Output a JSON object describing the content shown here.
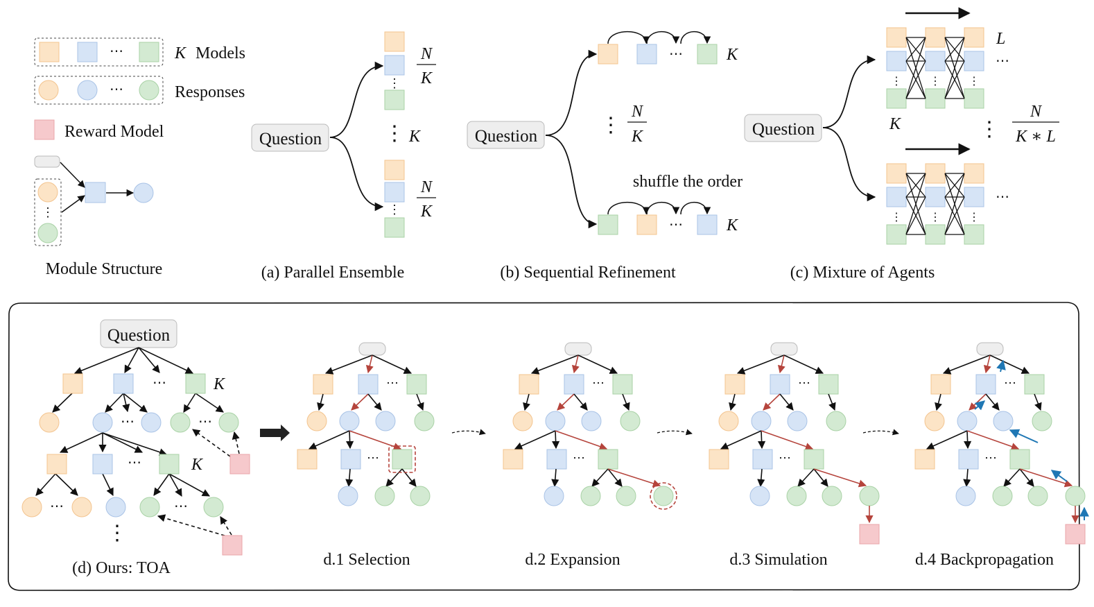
{
  "colors": {
    "orange_fill": "#fce4c6",
    "orange_stroke": "#f3c48f",
    "blue_fill": "#d6e4f6",
    "blue_stroke": "#a9c3e6",
    "green_fill": "#d3ead2",
    "green_stroke": "#a9d2a6",
    "pink_fill": "#f6c9cc",
    "pink_stroke": "#e9a5aa",
    "gray_fill": "#eeeeee",
    "gray_stroke": "#bbbbbb",
    "red_arrow": "#b5443c",
    "blue_arrow": "#1f77b4"
  },
  "legend": {
    "models_label": "Models",
    "models_symbol": "K",
    "responses_label": "Responses",
    "reward_label": "Reward Model",
    "module_caption": "Module Structure"
  },
  "panel_a": {
    "question": "Question",
    "caption": "(a) Parallel Ensemble",
    "frac_num": "N",
    "frac_den": "K",
    "k_label": "K"
  },
  "panel_b": {
    "question": "Question",
    "caption": "(b) Sequential Refinement",
    "k_label": "K",
    "frac_num": "N",
    "frac_den": "K",
    "shuffle_text": "shuffle the order"
  },
  "panel_c": {
    "question": "Question",
    "caption": "(c) Mixture of Agents",
    "l_label": "L",
    "k_label": "K",
    "frac_num": "N",
    "frac_den": "K ∗ L"
  },
  "panel_d": {
    "question": "Question",
    "caption": "(d) Ours: TOA",
    "k_label": "K",
    "steps": [
      "d.1 Selection",
      "d.2 Expansion",
      "d.3 Simulation",
      "d.4 Backpropagation"
    ]
  }
}
